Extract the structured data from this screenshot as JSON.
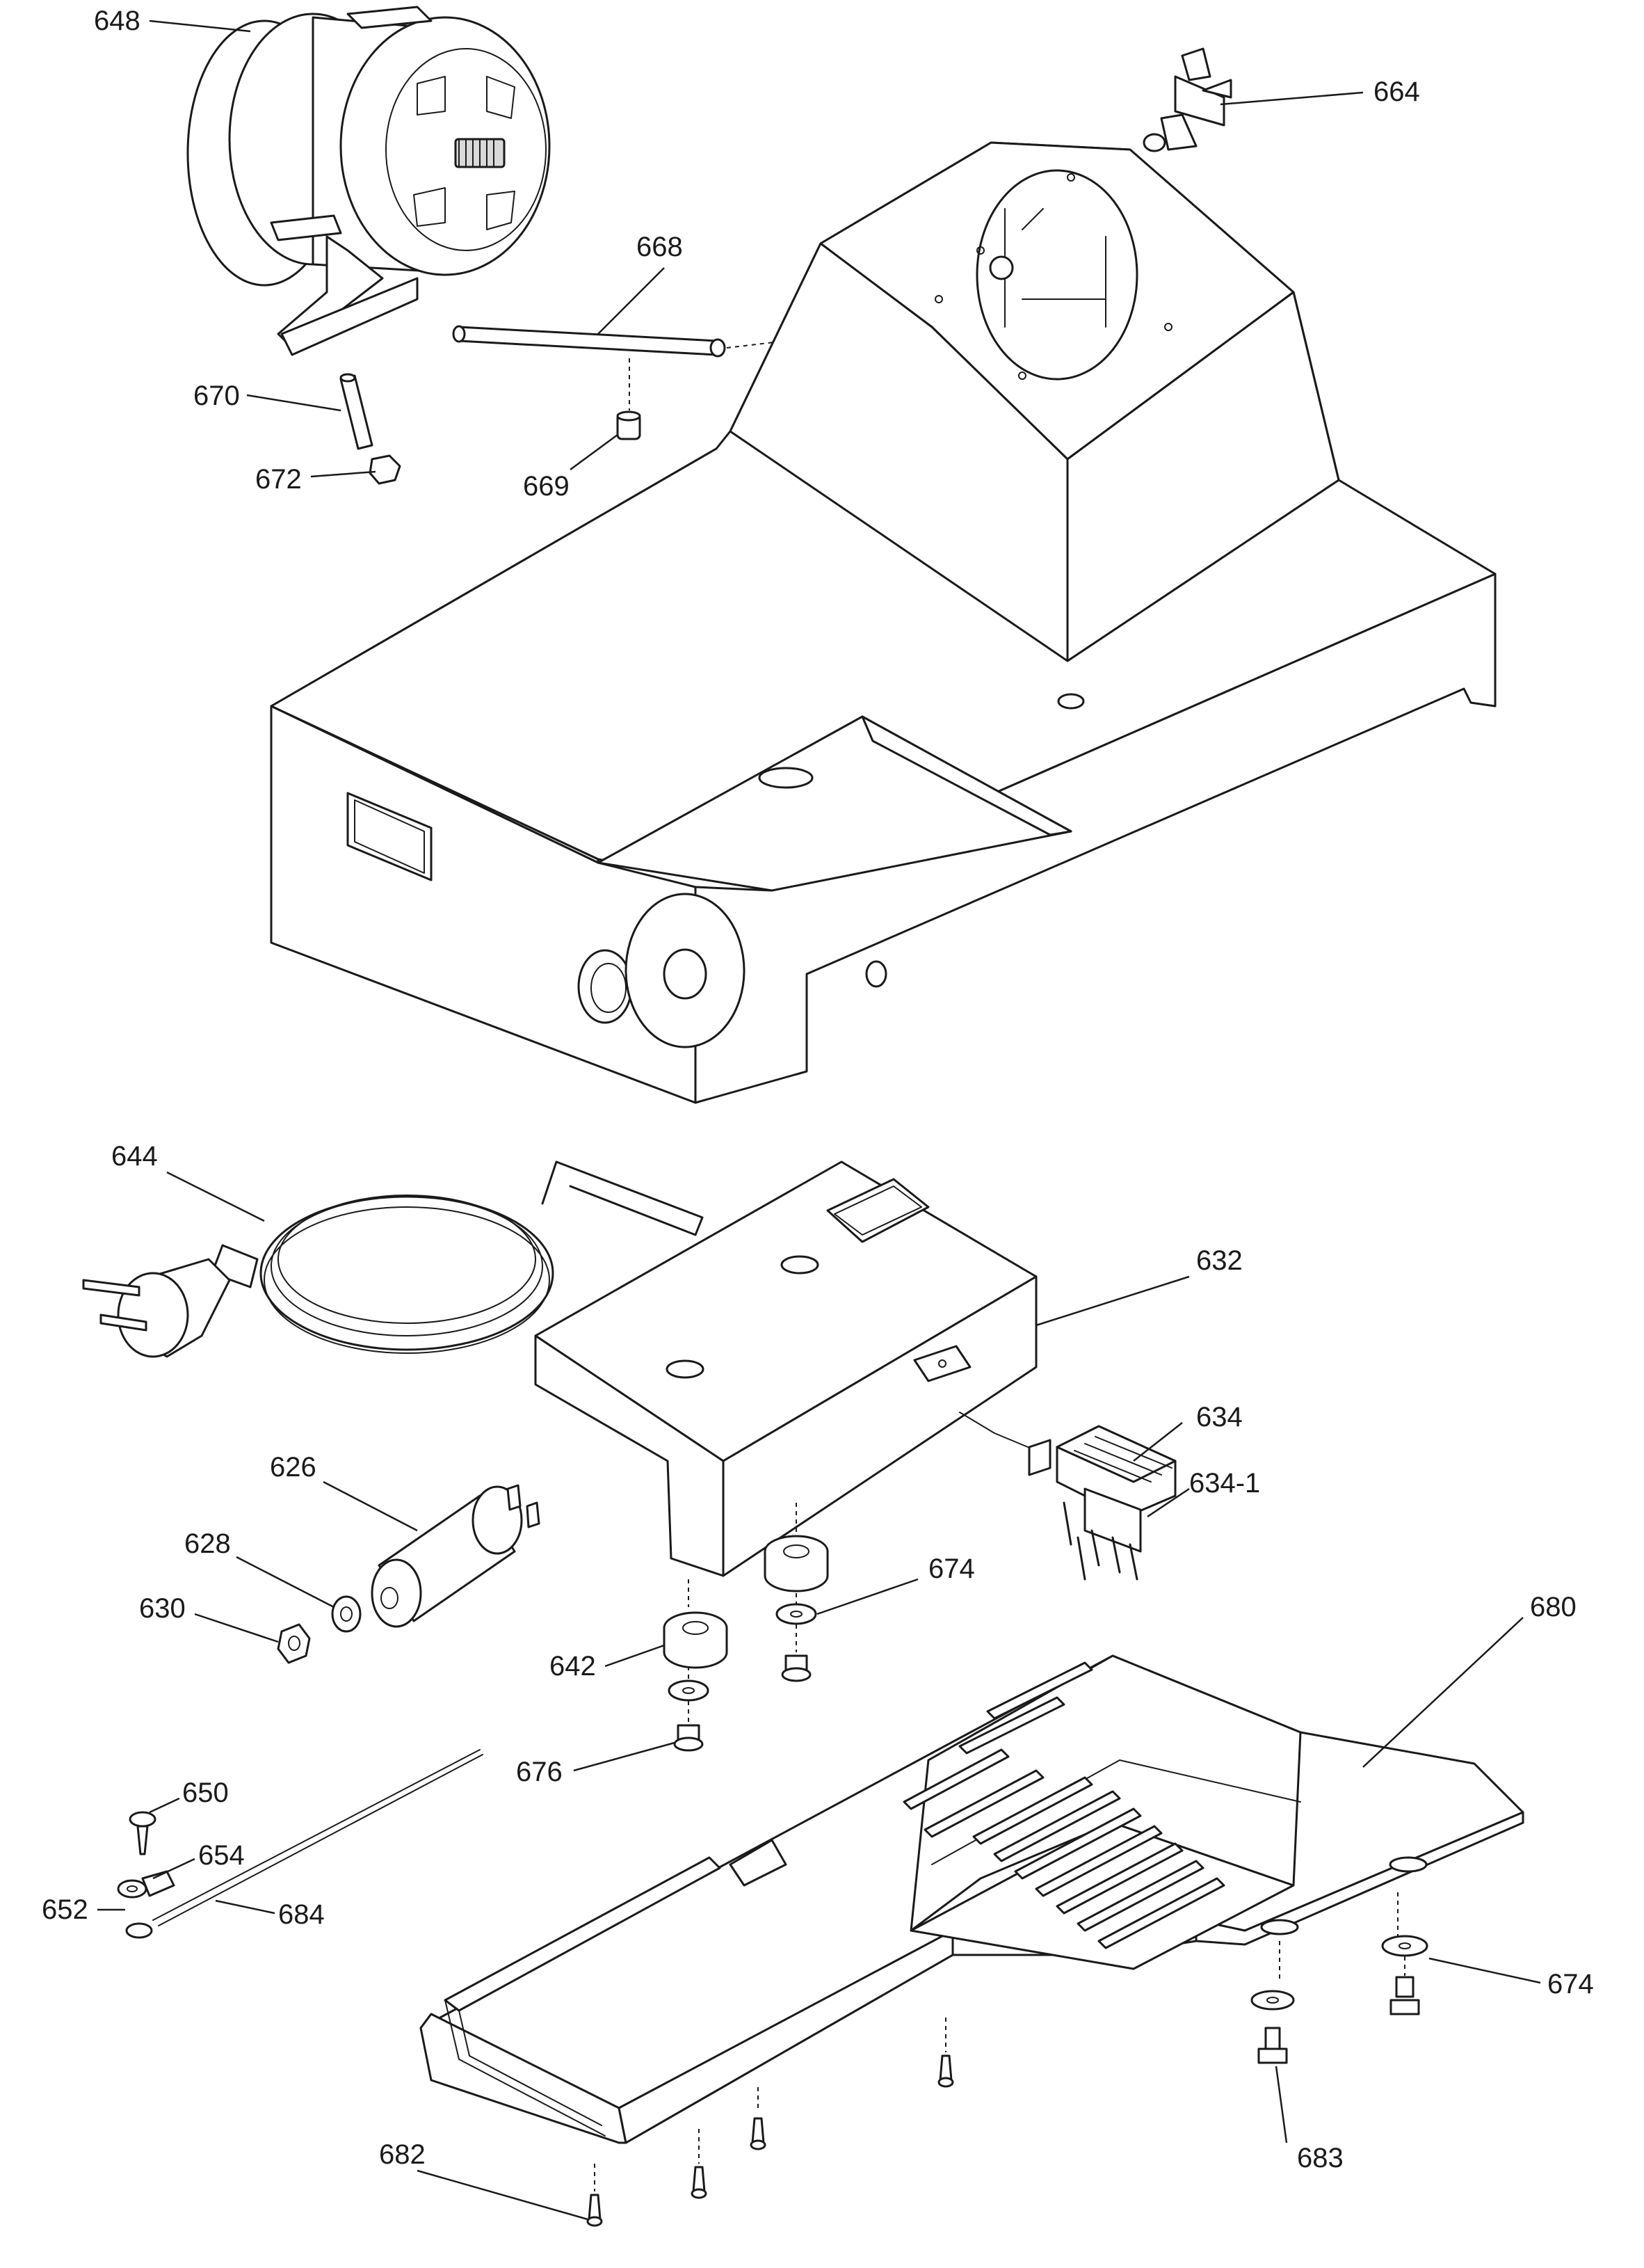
{
  "diagram": {
    "callouts": [
      {
        "id": "c648",
        "label": "648"
      },
      {
        "id": "c664",
        "label": "664"
      },
      {
        "id": "c668",
        "label": "668"
      },
      {
        "id": "c670",
        "label": "670"
      },
      {
        "id": "c672",
        "label": "672"
      },
      {
        "id": "c669",
        "label": "669"
      },
      {
        "id": "c644",
        "label": "644"
      },
      {
        "id": "c632",
        "label": "632"
      },
      {
        "id": "c634",
        "label": "634"
      },
      {
        "id": "c634_1",
        "label": "634-1"
      },
      {
        "id": "c626",
        "label": "626"
      },
      {
        "id": "c628",
        "label": "628"
      },
      {
        "id": "c630",
        "label": "630"
      },
      {
        "id": "c642",
        "label": "642"
      },
      {
        "id": "c674a",
        "label": "674"
      },
      {
        "id": "c680",
        "label": "680"
      },
      {
        "id": "c676",
        "label": "676"
      },
      {
        "id": "c650",
        "label": "650"
      },
      {
        "id": "c654",
        "label": "654"
      },
      {
        "id": "c652",
        "label": "652"
      },
      {
        "id": "c684",
        "label": "684"
      },
      {
        "id": "c674b",
        "label": "674"
      },
      {
        "id": "c682",
        "label": "682"
      },
      {
        "id": "c683",
        "label": "683"
      }
    ]
  }
}
